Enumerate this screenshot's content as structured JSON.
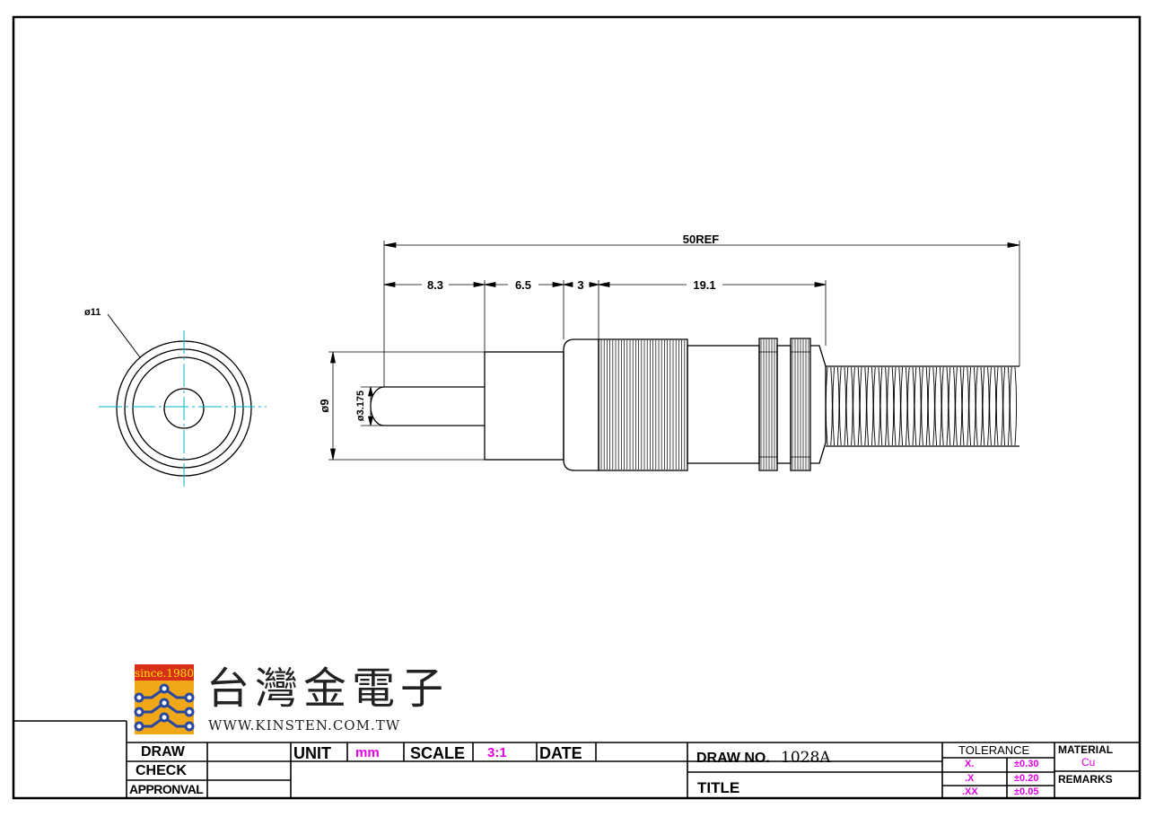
{
  "dimensions": {
    "overall": "50REF",
    "seg1": "8.3",
    "seg2": "6.5",
    "seg3": "3",
    "seg4": "19.1",
    "outer_diameter": "ø9",
    "pin_diameter": "ø3.175",
    "end_view_diameter": "ø11"
  },
  "logo": {
    "since": "since.1980",
    "company_cn": "台灣金電子",
    "website": "WWW.KINSTEN.COM.TW",
    "colors": {
      "badge": "#f0a818",
      "since_bg": "#d83018",
      "circuit": "#2848a0"
    }
  },
  "title_block": {
    "draw_label": "DRAW",
    "check_label": "CHECK",
    "approval_label": "APPRONVAL",
    "unit_label": "UNIT",
    "unit_value": "mm",
    "scale_label": "SCALE",
    "scale_value": "3:1",
    "date_label": "DATE",
    "draw_no_label": "DRAW NO.",
    "draw_no_value": "1028A",
    "title_label": "TITLE",
    "tolerance_label": "TOLERANCE",
    "tolerances": [
      {
        "format": "X.",
        "value": "±0.30"
      },
      {
        "format": ".X",
        "value": "±0.20"
      },
      {
        "format": ".XX",
        "value": "±0.05"
      }
    ],
    "material_label": "MATERIAL",
    "material_value": "Cu",
    "remarks_label": "REMARKS",
    "accent_color": "#e000e0"
  }
}
